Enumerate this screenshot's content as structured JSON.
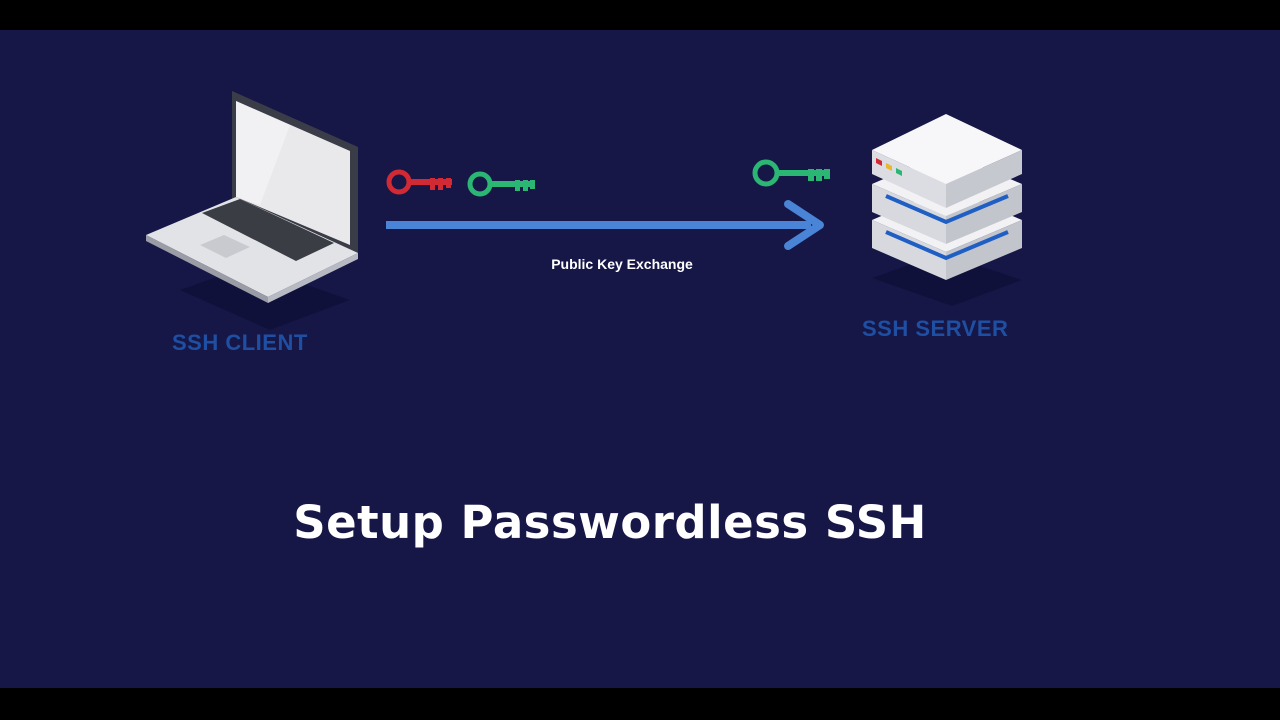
{
  "diagram": {
    "client_label": "SSH CLIENT",
    "server_label": "SSH SERVER",
    "exchange_label": "Public Key Exchange",
    "title": "Setup Passwordless SSH"
  },
  "icons": {
    "client": "laptop-icon",
    "server": "server-stack-icon",
    "private_key": "key-icon",
    "public_key": "key-icon",
    "arrow": "arrow-right-icon"
  },
  "colors": {
    "background": "#161747",
    "label_blue": "#1e4fa3",
    "arrow_blue": "#4a84d6",
    "private_key_red": "#d22a35",
    "public_key_green": "#2bb673",
    "title_text": "#ffffff"
  }
}
